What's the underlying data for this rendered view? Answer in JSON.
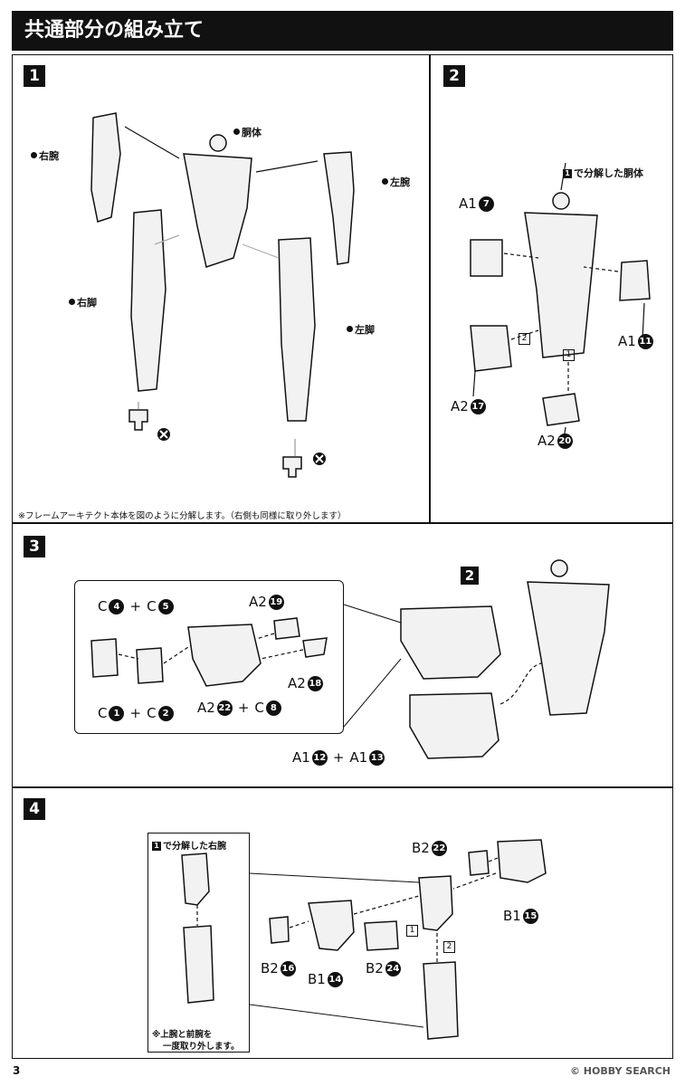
{
  "title": "共通部分の組み立て",
  "steps": {
    "s1": {
      "num": "1",
      "labels": {
        "right_arm": "右腕",
        "torso": "胴体",
        "left_arm": "左腕",
        "right_leg": "右脚",
        "left_leg": "左脚"
      },
      "note": "※フレームアーキテクト本体を図のように分解します。（右側も同様に取り外します）"
    },
    "s2": {
      "num": "2",
      "caption_ref": "1",
      "caption": "で分解した胴体",
      "parts": {
        "a1_7": {
          "runner": "A1",
          "num": "7"
        },
        "a1_11": {
          "runner": "A1",
          "num": "11"
        },
        "a2_17": {
          "runner": "A2",
          "num": "17"
        },
        "a2_20": {
          "runner": "A2",
          "num": "20"
        }
      },
      "order": [
        "1",
        "2"
      ]
    },
    "s3": {
      "num": "3",
      "ref_step": "2",
      "parts": {
        "c4": {
          "runner": "C",
          "num": "4"
        },
        "c5": {
          "runner": "C",
          "num": "5"
        },
        "c1": {
          "runner": "C",
          "num": "1"
        },
        "c2": {
          "runner": "C",
          "num": "2"
        },
        "a2_19": {
          "runner": "A2",
          "num": "19"
        },
        "a2_18": {
          "runner": "A2",
          "num": "18"
        },
        "a2_22": {
          "runner": "A2",
          "num": "22"
        },
        "c8": {
          "runner": "C",
          "num": "8"
        },
        "a1_12": {
          "runner": "A1",
          "num": "12"
        },
        "a1_13": {
          "runner": "A1",
          "num": "13"
        }
      },
      "plus": "+"
    },
    "s4": {
      "num": "4",
      "caption_ref": "1",
      "caption": "で分解した右腕",
      "note_line1": "※上腕と前腕を",
      "note_line2": "一度取り外します。",
      "parts": {
        "b2_22": {
          "runner": "B2",
          "num": "22"
        },
        "b1_15": {
          "runner": "B1",
          "num": "15"
        },
        "b2_16": {
          "runner": "B2",
          "num": "16"
        },
        "b1_14": {
          "runner": "B1",
          "num": "14"
        },
        "b2_24": {
          "runner": "B2",
          "num": "24"
        }
      },
      "order": [
        "1",
        "2"
      ]
    }
  },
  "page_number": "3",
  "watermark": "HOBBY SEARCH",
  "watermark_symbol": "©"
}
